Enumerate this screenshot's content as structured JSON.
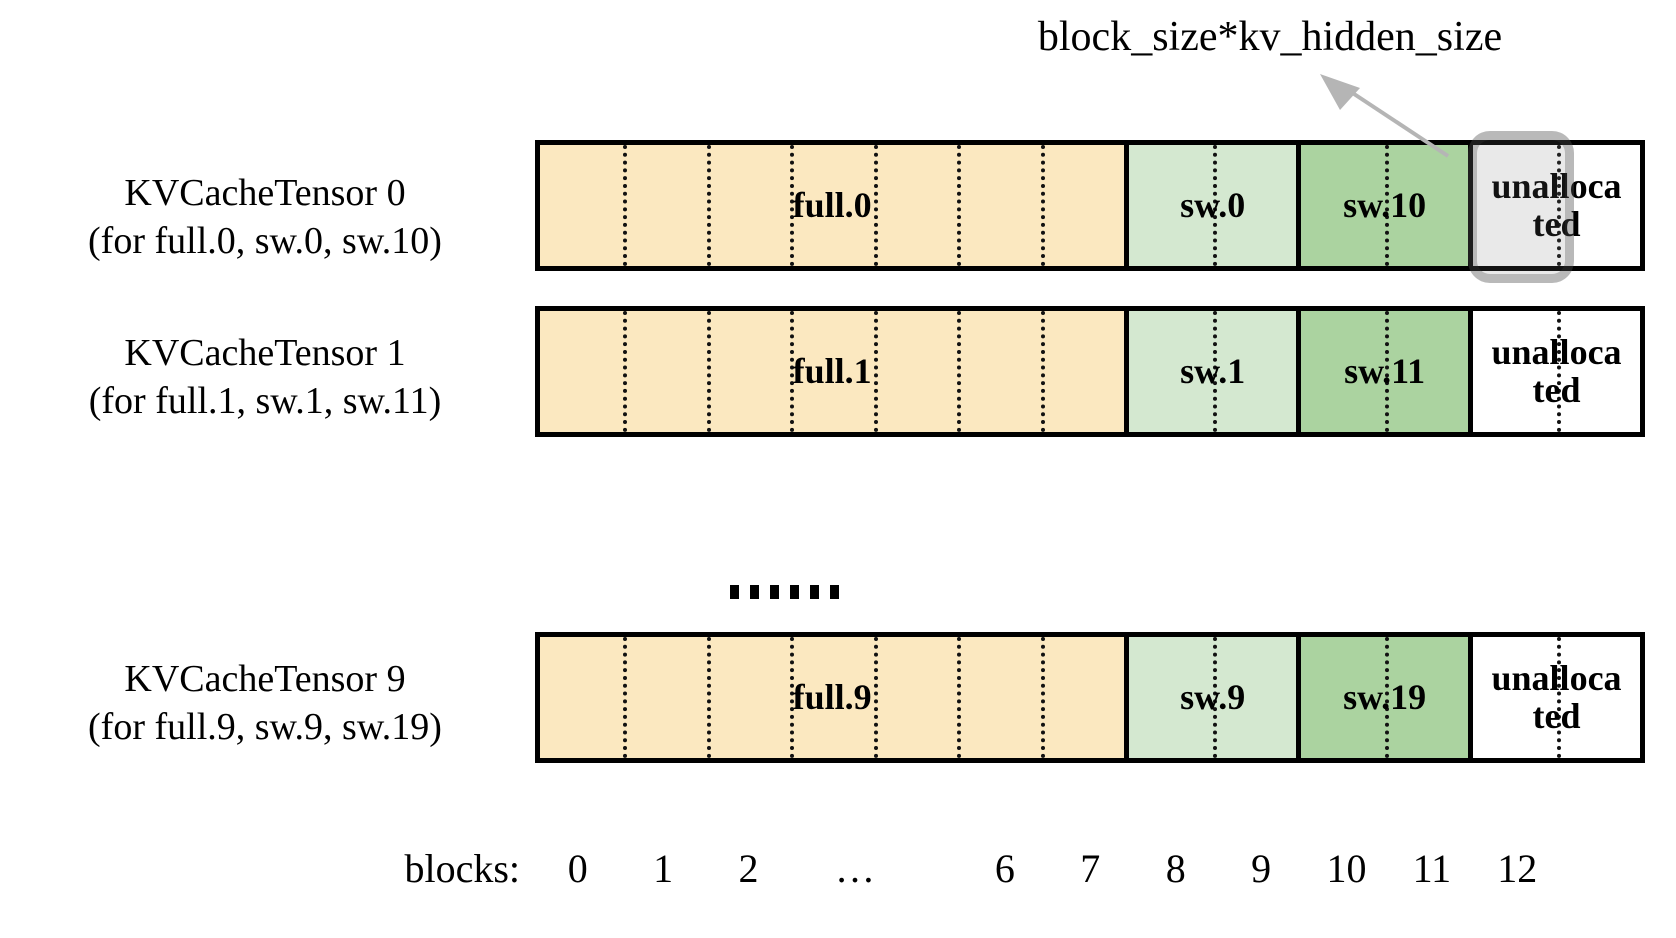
{
  "figure": {
    "title": "KV cache tensor block layout",
    "callout": {
      "label": "block_size*kv_hidden_size",
      "arrow_icon": "arrow-up-left-icon"
    },
    "ellipsis": "……",
    "axis": {
      "title": "blocks:",
      "ticks": [
        "0",
        "1",
        "2",
        "…",
        "6",
        "7",
        "8",
        "9",
        "10",
        "11",
        "12"
      ]
    },
    "colors": {
      "full_fill": "#fbe8c0",
      "sw_light_fill": "#d4e8d0",
      "sw_dark_fill": "#abd3a0",
      "unallocated_fill": "#ffffff",
      "border": "#000000",
      "highlight_stroke": "#9a9a9a",
      "arrow": "#b5b5b5",
      "text": "#000000"
    },
    "rows": [
      {
        "label_line1": "KVCacheTensor 0",
        "label_line2": "(for full.0, sw.0, sw.10)",
        "segments": [
          {
            "name": "full.0",
            "kind": "full",
            "blocks": 7
          },
          {
            "name": "sw.0",
            "kind": "sw-light",
            "blocks": 2
          },
          {
            "name": "sw.10",
            "kind": "sw-dark",
            "blocks": 2
          },
          {
            "name": "unalloca\nted",
            "kind": "unallocated",
            "blocks": 2
          }
        ],
        "highlighted_block": 11
      },
      {
        "label_line1": "KVCacheTensor 1",
        "label_line2": "(for full.1, sw.1, sw.11)",
        "segments": [
          {
            "name": "full.1",
            "kind": "full",
            "blocks": 7
          },
          {
            "name": "sw.1",
            "kind": "sw-light",
            "blocks": 2
          },
          {
            "name": "sw.11",
            "kind": "sw-dark",
            "blocks": 2
          },
          {
            "name": "unalloca\nted",
            "kind": "unallocated",
            "blocks": 2
          }
        ],
        "highlighted_block": null
      },
      {
        "label_line1": "KVCacheTensor 9",
        "label_line2": "(for full.9, sw.9, sw.19)",
        "segments": [
          {
            "name": "full.9",
            "kind": "full",
            "blocks": 7
          },
          {
            "name": "sw.9",
            "kind": "sw-light",
            "blocks": 2
          },
          {
            "name": "sw.19",
            "kind": "sw-dark",
            "blocks": 2
          },
          {
            "name": "unalloca\nted",
            "kind": "unallocated",
            "blocks": 2
          }
        ],
        "highlighted_block": null
      }
    ]
  }
}
